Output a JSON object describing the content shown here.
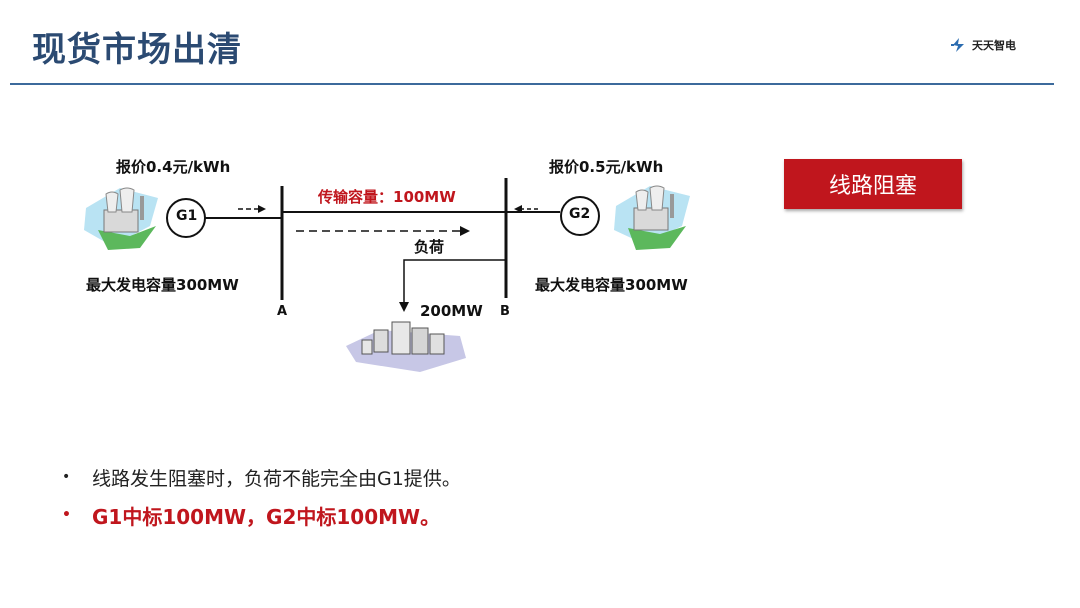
{
  "header": {
    "title": "现货市场出清",
    "logo_text": "天天智电"
  },
  "diagram": {
    "g1": {
      "price": "报价0.4元/kWh",
      "label": "G1",
      "capacity": "最大发电容量300MW"
    },
    "g2": {
      "price": "报价0.5元/kWh",
      "label": "G2",
      "capacity": "最大发电容量300MW"
    },
    "line_capacity": "传输容量：100MW",
    "load_label": "负荷",
    "load_value": "200MW",
    "bus_a": "A",
    "bus_b": "B"
  },
  "status_button": "线路阻塞",
  "bullets": [
    "线路发生阻塞时，负荷不能完全由G1提供。",
    "G1中标100MW，G2中标100MW。"
  ],
  "bullet_symbol": "•",
  "colors": {
    "title": "#2b4a72",
    "accent_red": "#c0161d",
    "rule": "#3c6a9c"
  }
}
